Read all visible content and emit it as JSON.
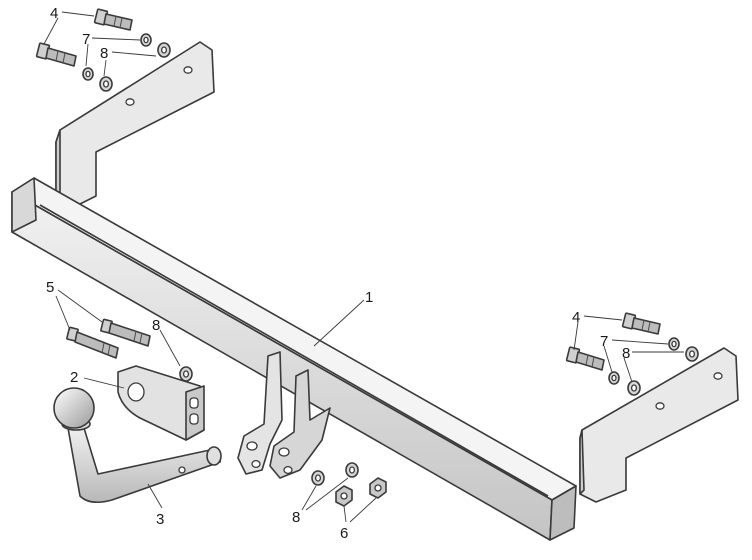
{
  "diagram": {
    "callouts": {
      "bar": "1",
      "plate": "2",
      "towball": "3",
      "bolt_left": "4",
      "bolt_right": "4",
      "bolt_small": "5",
      "nut": "6",
      "lock_washer_left": "7",
      "lock_washer_right": "7",
      "washer_left": "8",
      "washer_mid": "8",
      "washer_bottom": "8",
      "washer_right": "8"
    },
    "colors": {
      "metal_light": "#e6e6e6",
      "metal_mid": "#cfcfcf",
      "metal_dark": "#a9a9a9",
      "outline": "#3a3a3a"
    }
  }
}
